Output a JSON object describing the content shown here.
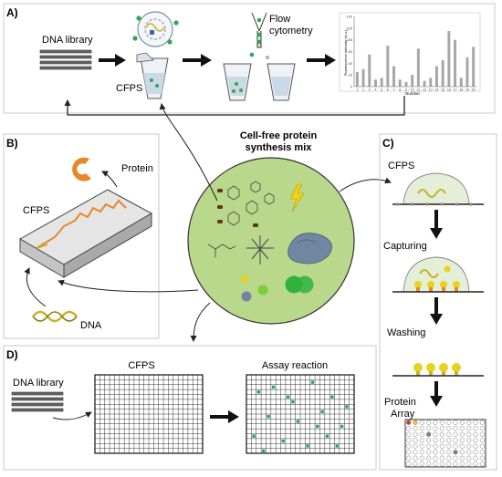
{
  "panels": {
    "a": {
      "letter": "A)",
      "dna_library": "DNA  library",
      "cfps": "CFPS",
      "flow_cytometry_line1": "Flow",
      "flow_cytometry_line2": "cytometry"
    },
    "b": {
      "letter": "B)",
      "protein": "Protein",
      "cfps": "CFPS",
      "dna": "DNA"
    },
    "center": {
      "title_line1": "Cell-free protein",
      "title_line2": "synthesis mix"
    },
    "c": {
      "letter": "C)",
      "cfps": "CFPS",
      "capturing": "Capturing",
      "washing": "Washing",
      "protein_array_line1": "Protein",
      "protein_array_line2": "Array"
    },
    "d": {
      "letter": "D)",
      "dna_library": "DNA  library",
      "cfps": "CFPS",
      "assay_reaction": "Assay reaction"
    }
  },
  "colors": {
    "mix_fill": "#b9d88c",
    "bar_fill": "#a6a6a6",
    "protein_orange": "#e8862a",
    "dna_gold": "#c9b227",
    "bead_yellow": "#e9d21a",
    "hit_green": "#22a36a",
    "ribosome_blue": "#6f87a0",
    "bolt_yellow": "#f5d116"
  },
  "icons": [
    "arrow-icon",
    "test-tube-icon",
    "microchip-icon",
    "protein-icon",
    "dna-icon",
    "ribosome-icon",
    "lightning-icon",
    "droplet-icon",
    "microwell-grid-icon"
  ],
  "chart_data": {
    "type": "bar",
    "ylabel": "Fluorescence intensity (a.u.)",
    "xlabel": "Number",
    "categories": [
      "1",
      "2",
      "3",
      "4",
      "5",
      "6",
      "7",
      "8",
      "9",
      "10",
      "11",
      "12",
      "13",
      "14",
      "15",
      "16",
      "17",
      "18",
      "19",
      "20"
    ],
    "values": [
      25,
      30,
      55,
      12,
      15,
      70,
      35,
      12,
      8,
      20,
      65,
      10,
      15,
      35,
      45,
      95,
      80,
      15,
      50,
      68
    ],
    "ylim": [
      0,
      120
    ],
    "yticks": [
      "0",
      "20",
      "40",
      "60",
      "80",
      "100",
      "120"
    ],
    "grid": false,
    "legend": "none"
  }
}
